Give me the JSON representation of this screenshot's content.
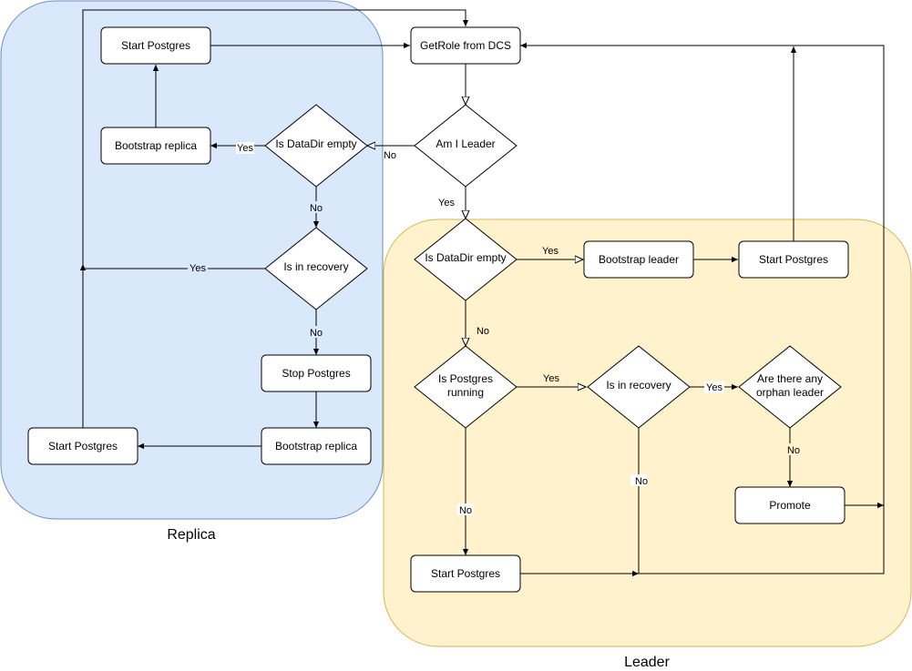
{
  "regions": {
    "replica": {
      "label": "Replica",
      "fill": "#dae8fc",
      "stroke": "#6c8ebf"
    },
    "leader": {
      "label": "Leader",
      "fill": "#fff2cc",
      "stroke": "#d6b656"
    }
  },
  "nodes": {
    "getrole": {
      "label": "GetRole from DCS"
    },
    "am_i_leader": {
      "label": "Am I Leader"
    },
    "r_datadir_empty": {
      "label": "Is DataDir empty"
    },
    "r_bootstrap_replica_top": {
      "label": "Bootstrap replica"
    },
    "r_start_postgres_top": {
      "label": "Start Postgres"
    },
    "r_is_in_recovery": {
      "label": "Is in recovery"
    },
    "r_stop_postgres": {
      "label": "Stop Postgres"
    },
    "r_bootstrap_replica_bottom": {
      "label": "Bootstrap replica"
    },
    "r_start_postgres_bottom": {
      "label": "Start Postgres"
    },
    "l_datadir_empty": {
      "label": "Is DataDir empty"
    },
    "l_bootstrap_leader": {
      "label": "Bootstrap leader"
    },
    "l_start_postgres_top": {
      "label": "Start Postgres"
    },
    "l_postgres_running": {
      "label_line1": "Is Postgres",
      "label_line2": "running"
    },
    "l_is_in_recovery": {
      "label": "Is in recovery"
    },
    "l_orphan_leader": {
      "label_line1": "Are there any",
      "label_line2": "orphan leader"
    },
    "l_promote": {
      "label": "Promote"
    },
    "l_start_postgres_bottom": {
      "label": "Start Postgres"
    }
  },
  "edge_labels": {
    "am_i_leader_no": "No",
    "am_i_leader_yes": "Yes",
    "r_datadir_yes": "Yes",
    "r_datadir_no": "No",
    "r_recovery_yes": "Yes",
    "r_recovery_no": "No",
    "l_datadir_yes": "Yes",
    "l_datadir_no": "No",
    "l_running_yes": "Yes",
    "l_running_no": "No",
    "l_recovery_yes": "Yes",
    "l_recovery_no": "No",
    "l_orphan_no": "No"
  }
}
